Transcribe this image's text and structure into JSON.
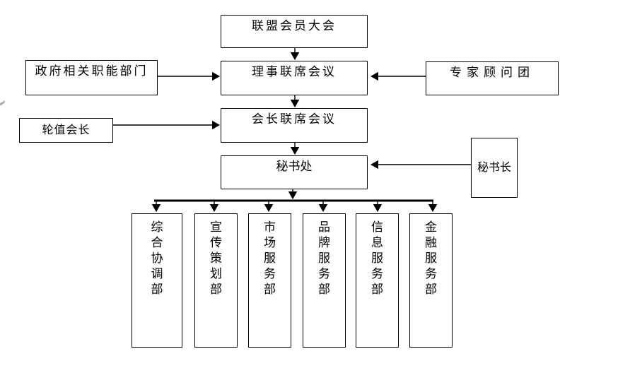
{
  "org_chart": {
    "colors": {
      "background": "#ffffff",
      "line": "#000000",
      "box_border": "#000000",
      "text": "#000000"
    },
    "nodes": {
      "member_assembly": "联盟会员大会",
      "council_joint_meeting": "理事联席会议",
      "government_departments": "政府相关职能部门",
      "expert_advisory_group": "专家顾问团",
      "presidents_joint_meeting": "会长联席会议",
      "rotating_president": "轮值会长",
      "secretariat": "秘书处",
      "secretary_general": "秘书长",
      "departments": [
        "综合协调部",
        "宣传策划部",
        "市场服务部",
        "品牌服务部",
        "信息服务部",
        "金融服务部"
      ]
    }
  }
}
